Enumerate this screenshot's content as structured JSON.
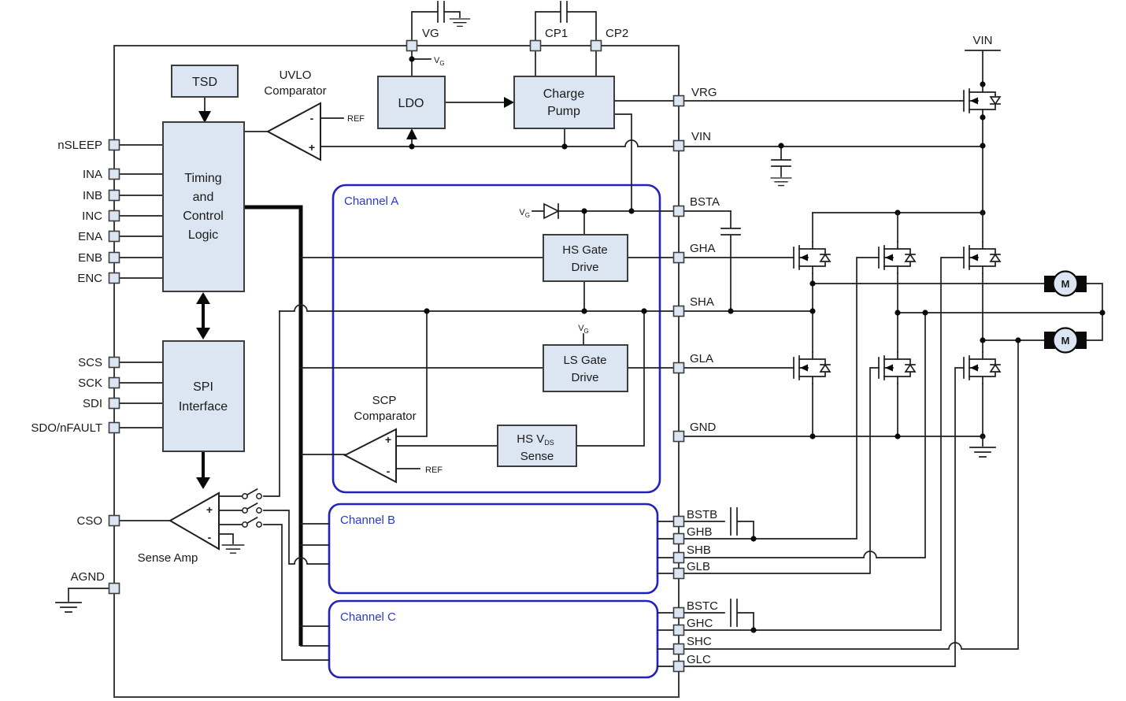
{
  "pins": {
    "left": [
      "nSLEEP",
      "INA",
      "INB",
      "INC",
      "ENA",
      "ENB",
      "ENC",
      "SCS",
      "SCK",
      "SDI",
      "SDO/nFAULT",
      "CSO",
      "AGND"
    ],
    "top": [
      "VG",
      "CP1",
      "CP2"
    ],
    "right": [
      "VRG",
      "VIN",
      "BSTA",
      "GHA",
      "SHA",
      "GLA",
      "GND",
      "BSTB",
      "GHB",
      "SHB",
      "GLB",
      "BSTC",
      "GHC",
      "SHC",
      "GLC"
    ]
  },
  "blocks": {
    "tsd": "TSD",
    "timing": {
      "l1": "Timing",
      "l2": "and",
      "l3": "Control",
      "l4": "Logic"
    },
    "spi": {
      "l1": "SPI",
      "l2": "Interface"
    },
    "ldo": "LDO",
    "charge_pump": {
      "l1": "Charge",
      "l2": "Pump"
    },
    "hs_gate": {
      "l1": "HS Gate",
      "l2": "Drive"
    },
    "ls_gate": {
      "l1": "LS Gate",
      "l2": "Drive"
    },
    "hs_vds": {
      "l1a": "HS V",
      "l1b": "DS",
      "l2": "Sense"
    }
  },
  "comparators": {
    "uvlo": {
      "l1": "UVLO",
      "l2": "Comparator",
      "ref": "REF",
      "minus": "-",
      "plus": "+"
    },
    "scp": {
      "l1": "SCP",
      "l2": "Comparator",
      "ref": "REF",
      "minus": "-",
      "plus": "+"
    },
    "sense": {
      "label": "Sense Amp",
      "plus": "+",
      "minus": "-"
    }
  },
  "channels": [
    {
      "label": "Channel A"
    },
    {
      "label": "Channel B"
    },
    {
      "label": "Channel C"
    }
  ],
  "supply": {
    "vin": "VIN"
  },
  "motors": [
    {
      "label": "M"
    },
    {
      "label": "M"
    }
  ],
  "vg_small": {
    "v": "V",
    "g": "G"
  }
}
